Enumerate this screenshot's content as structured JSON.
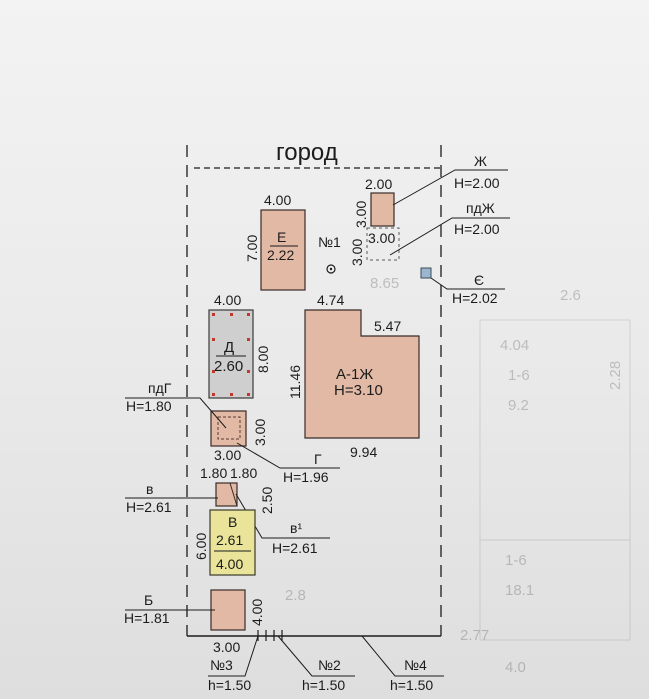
{
  "title": "город",
  "colors": {
    "building": "#e1b9a4",
    "building_stroke": "#3a2c28",
    "building_yellow": "#e9e49a",
    "ink": "#1c1c1c",
    "marker_red": "#c0392b",
    "marker_blue": "#9db6cf"
  },
  "buildings": {
    "E": {
      "name": "Е",
      "height": "2.22",
      "width_label": "4.00",
      "depth_label": "7.00"
    },
    "A": {
      "name": "А-1Ж",
      "height": "Н=3.10",
      "top_label": "4.74",
      "step_label": "5.47",
      "side_label": "11.46",
      "bottom_label": "9.94"
    },
    "D": {
      "name": "Д",
      "height": "2.60",
      "width_label": "4.00",
      "depth_label": "8.00"
    },
    "V": {
      "name": "В",
      "height": "2.61",
      "width_label": "4.00",
      "depth_label": "6.00"
    },
    "B": {
      "name": "Б",
      "height": "Н=1.81",
      "width_label": "3.00",
      "depth_label": "4.00"
    },
    "G": {
      "name": "Г",
      "height": "Н=1.96",
      "depth_label": "3.00",
      "width_label": "3.00"
    },
    "Zh": {
      "name": "Ж",
      "height": "Н=2.00",
      "width_label": "2.00",
      "depth_label": "3.00"
    }
  },
  "structures": {
    "pdZh": {
      "name": "пдЖ",
      "height": "Н=2.00",
      "width_label": "3.00",
      "depth_label": "3.00"
    },
    "pdG": {
      "name": "пдГ",
      "height": "Н=1.80"
    },
    "Ye": {
      "name": "Є",
      "height": "Н=2.02"
    },
    "v": {
      "name": "в",
      "height": "Н=2.61",
      "width_label": "1.80"
    },
    "v1": {
      "name": "в¹",
      "height": "Н=2.61",
      "width_label": "1.80",
      "depth_label": "2.50"
    },
    "well": {
      "name": "№1"
    }
  },
  "fences": [
    {
      "name": "№3",
      "height": "h=1.50"
    },
    {
      "name": "№2",
      "height": "h=1.50"
    },
    {
      "name": "№4",
      "height": "h=1.50"
    }
  ],
  "background_numbers": [
    "4.04",
    "1-6",
    "9.2",
    "2.28",
    "2.6",
    "1-6",
    "18.1",
    "2.8",
    "8.65",
    "2.77",
    "4.0"
  ]
}
